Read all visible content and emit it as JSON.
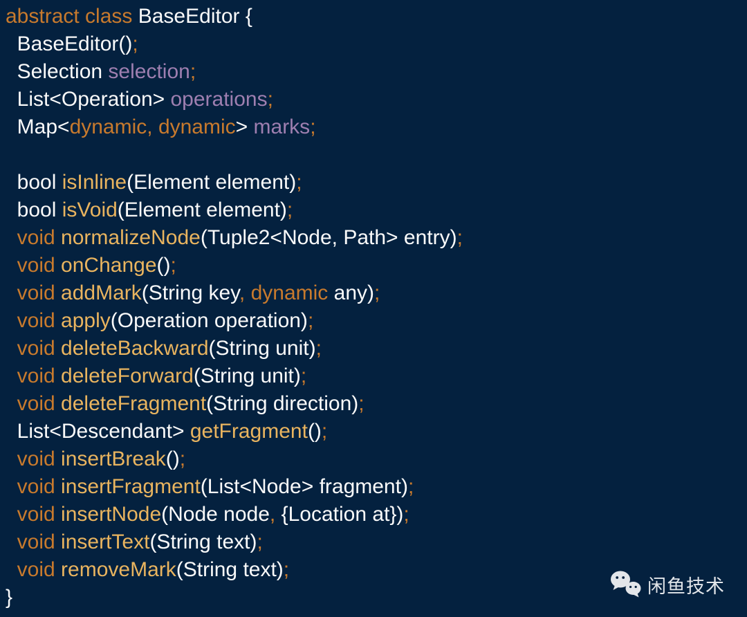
{
  "colors": {
    "background": "#04213f",
    "keyword_orange": "#c87a2d",
    "function_gold": "#e9b45f",
    "variable_purple": "#9e7fb0",
    "text_white": "#fafafa",
    "watermark_gray": "#e3e6ea"
  },
  "code": {
    "language": "dart",
    "lines": [
      [
        {
          "c": "kw",
          "t": "abstract class"
        },
        {
          "c": "pl",
          "t": " BaseEditor {"
        }
      ],
      [
        {
          "c": "pl",
          "t": "  BaseEditor()"
        },
        {
          "c": "kw",
          "t": ";"
        }
      ],
      [
        {
          "c": "pl",
          "t": "  Selection "
        },
        {
          "c": "vr",
          "t": "selection"
        },
        {
          "c": "kw",
          "t": ";"
        }
      ],
      [
        {
          "c": "pl",
          "t": "  List<Operation> "
        },
        {
          "c": "vr",
          "t": "operations"
        },
        {
          "c": "kw",
          "t": ";"
        }
      ],
      [
        {
          "c": "pl",
          "t": "  Map<"
        },
        {
          "c": "kw",
          "t": "dynamic, dynamic"
        },
        {
          "c": "pl",
          "t": "> "
        },
        {
          "c": "vr",
          "t": "marks"
        },
        {
          "c": "kw",
          "t": ";"
        }
      ],
      [],
      [
        {
          "c": "pl",
          "t": "  bool "
        },
        {
          "c": "fn",
          "t": "isInline"
        },
        {
          "c": "pl",
          "t": "(Element element)"
        },
        {
          "c": "kw",
          "t": ";"
        }
      ],
      [
        {
          "c": "pl",
          "t": "  bool "
        },
        {
          "c": "fn",
          "t": "isVoid"
        },
        {
          "c": "pl",
          "t": "(Element element)"
        },
        {
          "c": "kw",
          "t": ";"
        }
      ],
      [
        {
          "c": "kw",
          "t": "  void "
        },
        {
          "c": "fn",
          "t": "normalizeNode"
        },
        {
          "c": "pl",
          "t": "(Tuple2<Node, Path> entry)"
        },
        {
          "c": "kw",
          "t": ";"
        }
      ],
      [
        {
          "c": "kw",
          "t": "  void "
        },
        {
          "c": "fn",
          "t": "onChange"
        },
        {
          "c": "pl",
          "t": "()"
        },
        {
          "c": "kw",
          "t": ";"
        }
      ],
      [
        {
          "c": "kw",
          "t": "  void "
        },
        {
          "c": "fn",
          "t": "addMark"
        },
        {
          "c": "pl",
          "t": "(String key"
        },
        {
          "c": "kw",
          "t": ", dynamic"
        },
        {
          "c": "pl",
          "t": " any)"
        },
        {
          "c": "kw",
          "t": ";"
        }
      ],
      [
        {
          "c": "kw",
          "t": "  void "
        },
        {
          "c": "fn",
          "t": "apply"
        },
        {
          "c": "pl",
          "t": "(Operation operation)"
        },
        {
          "c": "kw",
          "t": ";"
        }
      ],
      [
        {
          "c": "kw",
          "t": "  void "
        },
        {
          "c": "fn",
          "t": "deleteBackward"
        },
        {
          "c": "pl",
          "t": "(String unit)"
        },
        {
          "c": "kw",
          "t": ";"
        }
      ],
      [
        {
          "c": "kw",
          "t": "  void "
        },
        {
          "c": "fn",
          "t": "deleteForward"
        },
        {
          "c": "pl",
          "t": "(String unit)"
        },
        {
          "c": "kw",
          "t": ";"
        }
      ],
      [
        {
          "c": "kw",
          "t": "  void "
        },
        {
          "c": "fn",
          "t": "deleteFragment"
        },
        {
          "c": "pl",
          "t": "(String direction)"
        },
        {
          "c": "kw",
          "t": ";"
        }
      ],
      [
        {
          "c": "pl",
          "t": "  List<Descendant> "
        },
        {
          "c": "fn",
          "t": "getFragment"
        },
        {
          "c": "pl",
          "t": "()"
        },
        {
          "c": "kw",
          "t": ";"
        }
      ],
      [
        {
          "c": "kw",
          "t": "  void "
        },
        {
          "c": "fn",
          "t": "insertBreak"
        },
        {
          "c": "pl",
          "t": "()"
        },
        {
          "c": "kw",
          "t": ";"
        }
      ],
      [
        {
          "c": "kw",
          "t": "  void "
        },
        {
          "c": "fn",
          "t": "insertFragment"
        },
        {
          "c": "pl",
          "t": "(List<Node> fragment)"
        },
        {
          "c": "kw",
          "t": ";"
        }
      ],
      [
        {
          "c": "kw",
          "t": "  void "
        },
        {
          "c": "fn",
          "t": "insertNode"
        },
        {
          "c": "pl",
          "t": "(Node node"
        },
        {
          "c": "kw",
          "t": ","
        },
        {
          "c": "pl",
          "t": " {Location at})"
        },
        {
          "c": "kw",
          "t": ";"
        }
      ],
      [
        {
          "c": "kw",
          "t": "  void "
        },
        {
          "c": "fn",
          "t": "insertText"
        },
        {
          "c": "pl",
          "t": "(String text)"
        },
        {
          "c": "kw",
          "t": ";"
        }
      ],
      [
        {
          "c": "kw",
          "t": "  void "
        },
        {
          "c": "fn",
          "t": "removeMark"
        },
        {
          "c": "pl",
          "t": "(String text)"
        },
        {
          "c": "kw",
          "t": ";"
        }
      ],
      [
        {
          "c": "pl",
          "t": "}"
        }
      ]
    ]
  },
  "watermark": {
    "label": "闲鱼技术",
    "icon": "wechat-icon"
  }
}
